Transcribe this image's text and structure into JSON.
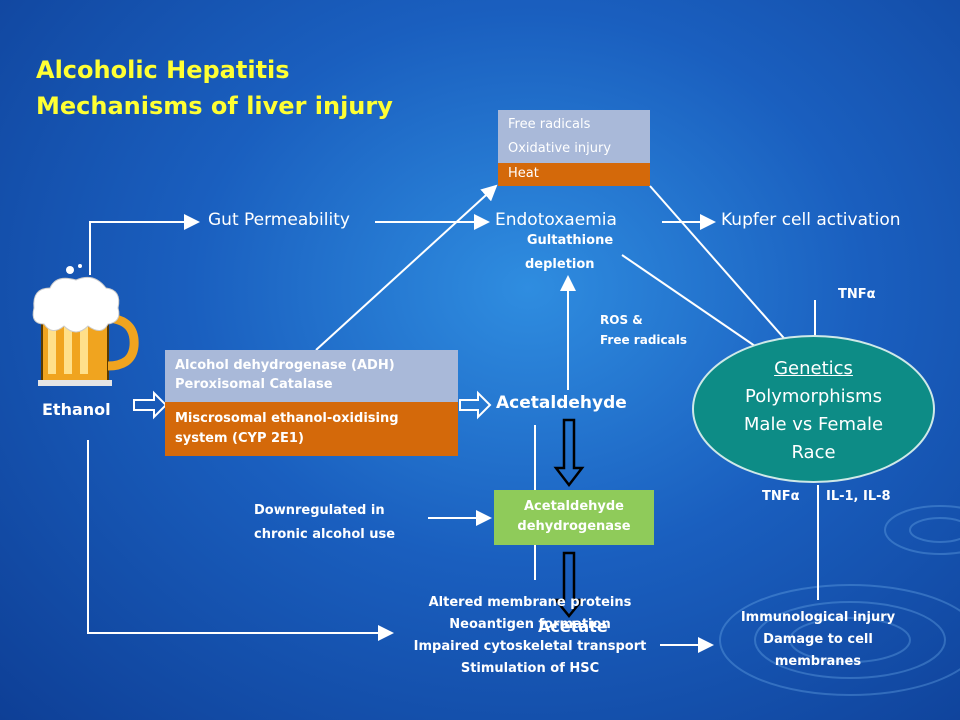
{
  "title": {
    "line1": "Alcoholic Hepatitis",
    "line2": "Mechanisms of liver injury"
  },
  "ethanol": {
    "label": "Ethanol",
    "icon": "beer-mug-icon"
  },
  "top_row": {
    "gut": "Gut Permeability",
    "endotoxaemia": "Endotoxaemia",
    "kupfer": "Kupfer cell activation"
  },
  "top_box": {
    "line1": "Free  radicals",
    "line2": "Oxidative injury",
    "line3": "Heat"
  },
  "enzyme_box": {
    "line1": "Alcohol dehydrogenase (ADH)",
    "line2": "Peroxisomal Catalase",
    "line3": "Miscrosomal ethanol-oxidising",
    "line4": "system  (CYP 2E1)"
  },
  "acetaldehyde": "Acetaldehyde",
  "glutathione": {
    "line1": "Gultathione",
    "line2": "depletion"
  },
  "ros": {
    "line1": "ROS &",
    "line2": "Free radicals"
  },
  "tnf_top": "TNFα",
  "genetics": {
    "line1": "Genetics",
    "line2": "Polymorphisms",
    "line3": "Male vs Female",
    "line4": "Race"
  },
  "tnf_bottom": "TNFα",
  "il": "IL-1, IL-8",
  "downregulated": {
    "line1": "Downregulated in",
    "line2": "chronic alcohol use"
  },
  "aldh": {
    "line1": "Acetaldehyde",
    "line2": "dehydrogenase"
  },
  "acetate": "Acetate",
  "effects": {
    "line1": "Altered membrane proteins",
    "line2": "Neoantigen formation",
    "line3": "Impaired cytoskeletal transport",
    "line4": "Stimulation of HSC"
  },
  "immuno": {
    "line1": "Immunological injury",
    "line2": "Damage to cell",
    "line3": "membranes"
  },
  "colors": {
    "title": "#ffff33",
    "background": "#1a5fbf",
    "box_light": "#a9b9d9",
    "box_orange": "#d4690a",
    "aldh_green": "#8fcb5a",
    "oval": "#0d8c86"
  }
}
